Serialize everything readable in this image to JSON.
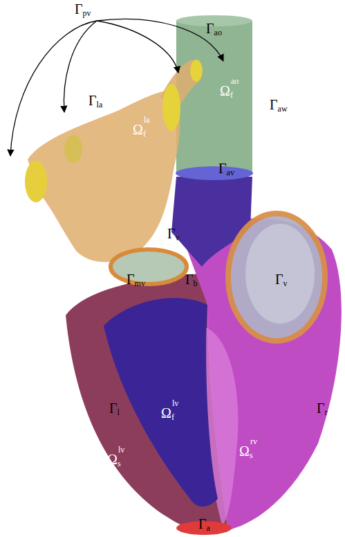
{
  "diagram": {
    "labels": [
      "Γpv",
      "Γao",
      "Ωf",
      "ao",
      "Γla",
      "Γaw",
      "Ωf",
      "la",
      "Γav",
      "Γv",
      "Γmv",
      "Γb",
      "Γv",
      "Γl",
      "Ωf",
      "lv",
      "Γr",
      "Ωs",
      "rv",
      "Ωs",
      "lv",
      "Γa"
    ]
  }
}
